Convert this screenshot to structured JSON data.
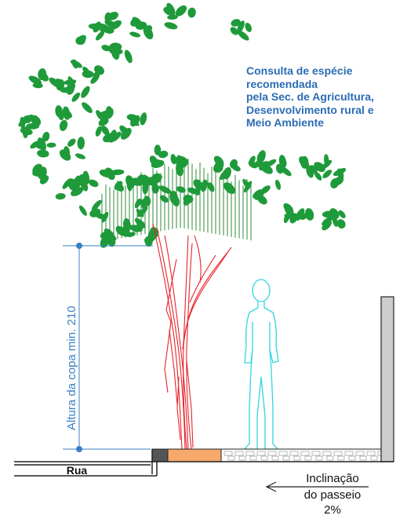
{
  "note": {
    "lines": [
      "Consulta de espécie",
      "recomendada",
      "pela Sec. de Agricultura,",
      "Desenvolvimento rural e",
      "Meio Ambiente"
    ],
    "color": "#2b6cb4"
  },
  "dimension": {
    "label": "Altura da copa min. 210",
    "color": "#3a7fc4"
  },
  "street": {
    "label": "Rua"
  },
  "slope": {
    "line1": "Inclinação",
    "line2": "do passeio",
    "line3": "2%"
  },
  "colors": {
    "foliage": "#1f9a3a",
    "trunk": "#e8232a",
    "person": "#2fd6e0",
    "tree_pit": "#f7a86b",
    "wall": "#cccccc"
  },
  "icons": [
    "leaf-cluster-icon",
    "person-silhouette-icon",
    "arrow-left-icon"
  ]
}
